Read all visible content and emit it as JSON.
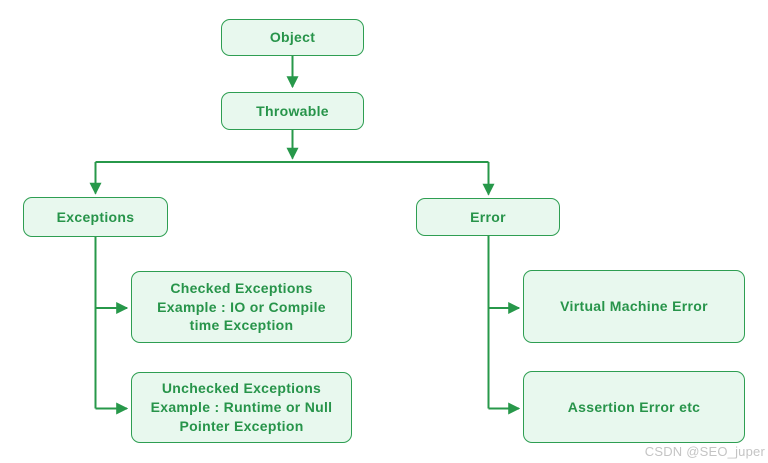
{
  "colors": {
    "box_border": "#2e9e52",
    "box_fill": "#e8f8ee",
    "text": "#27944a",
    "connector": "#27984a",
    "watermark": "#c4c4c4",
    "background": "#ffffff"
  },
  "nodes": {
    "object": {
      "label": "Object"
    },
    "throwable": {
      "label": "Throwable"
    },
    "exceptions": {
      "label": "Exceptions"
    },
    "error": {
      "label": "Error"
    },
    "checked_exceptions": {
      "lines": [
        "Checked Exceptions",
        "Example : IO or Compile",
        "time Exception"
      ]
    },
    "unchecked_exceptions": {
      "lines": [
        "Unchecked Exceptions",
        "Example : Runtime or Null",
        "Pointer Exception"
      ]
    },
    "virtual_machine_error": {
      "label": "Virtual Machine Error"
    },
    "assertion_error": {
      "label": "Assertion Error etc"
    }
  },
  "watermark": "CSDN @SEO_juper"
}
